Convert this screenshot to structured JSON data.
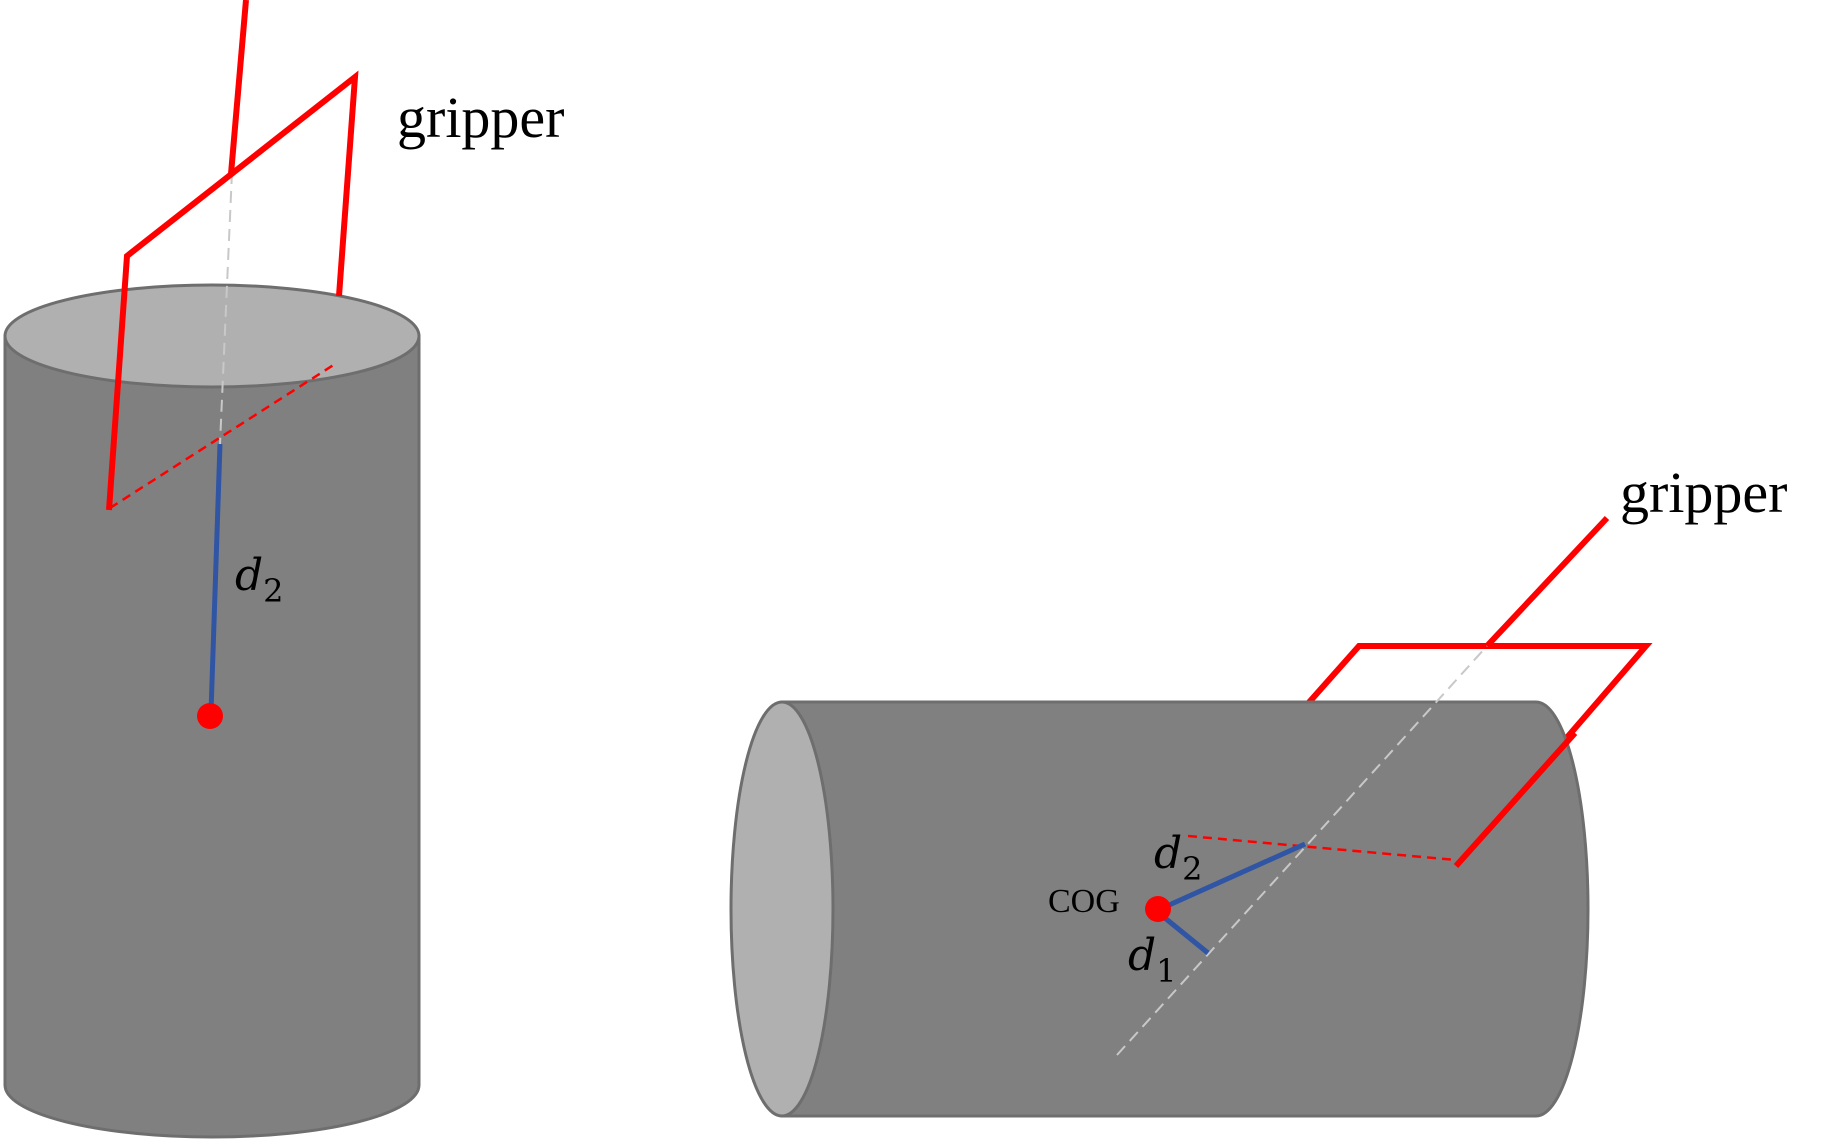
{
  "colors": {
    "cylinder_body": "#808080",
    "cylinder_top": "#b0b0b0",
    "cylinder_outline": "#6e6e6e",
    "gripper": "#ff0000",
    "distance_line": "#2f55a4",
    "axis_line": "#c8c8c8",
    "cog_point": "#ff0000"
  },
  "left": {
    "gripper_label": "gripper",
    "distance": {
      "symbol": "d",
      "subscript": "2"
    }
  },
  "right": {
    "gripper_label": "gripper",
    "cog_label": "COG",
    "distance_1": {
      "symbol": "d",
      "subscript": "1"
    },
    "distance_2": {
      "symbol": "d",
      "subscript": "2"
    }
  }
}
